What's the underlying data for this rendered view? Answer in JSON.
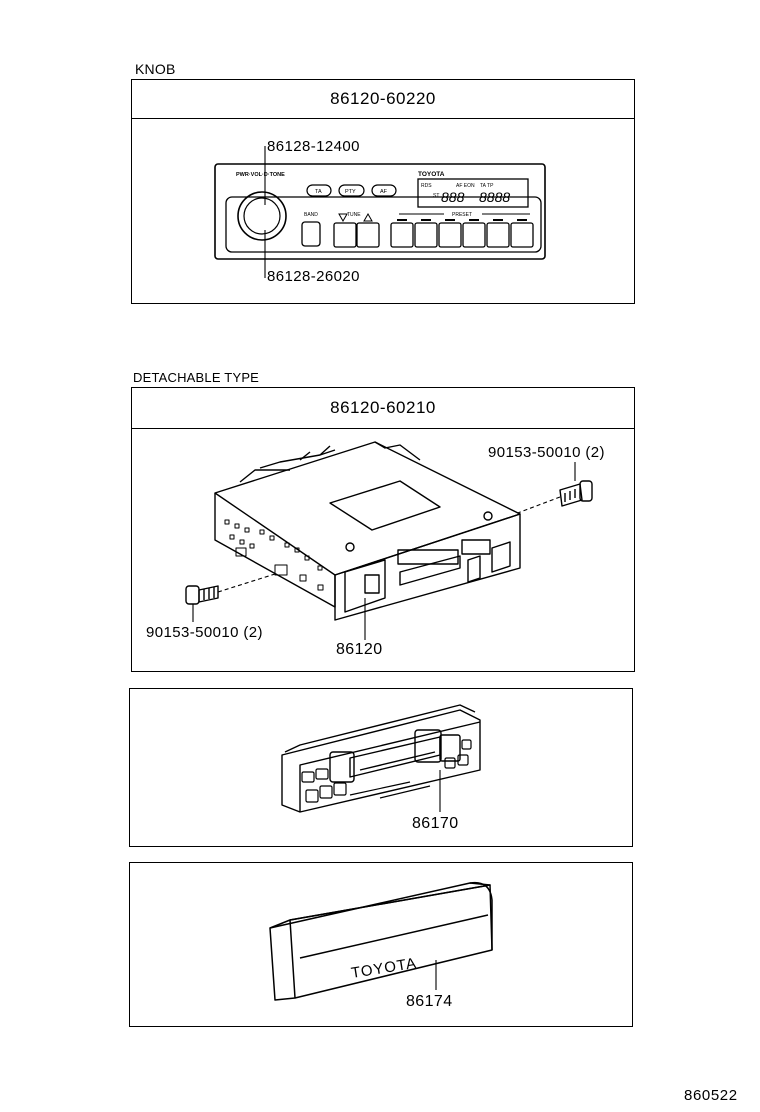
{
  "sections": {
    "knob": {
      "label": "KNOB",
      "part_number": "86120-60220",
      "callouts": {
        "top_part": "86128-12400",
        "bottom_part": "86128-26020"
      },
      "faceplate": {
        "knob_label": "PWR·VOL·D·TONE",
        "btn_ta": "TA",
        "btn_pty": "PTY",
        "btn_af": "AF",
        "brand": "TOYOTA",
        "disp_rds": "RDS",
        "disp_st": "ST",
        "disp_af": "AF EON",
        "disp_ta": "TA TP",
        "disp_digits_left": "888",
        "disp_digits_right": "8888",
        "band": "BAND",
        "tune": "TUNE",
        "preset": "PRESET"
      }
    },
    "detachable": {
      "label": "DETACHABLE TYPE",
      "part_number": "86120-60210",
      "callouts": {
        "screw_right": "90153-50010 (2)",
        "screw_left": "90153-50010 (2)",
        "unit": "86120"
      }
    },
    "faceplate_panel": {
      "callout": "86170"
    },
    "case_panel": {
      "callout": "86174",
      "case_brand": "TOYOTA"
    }
  },
  "footer": {
    "code": "860522"
  }
}
